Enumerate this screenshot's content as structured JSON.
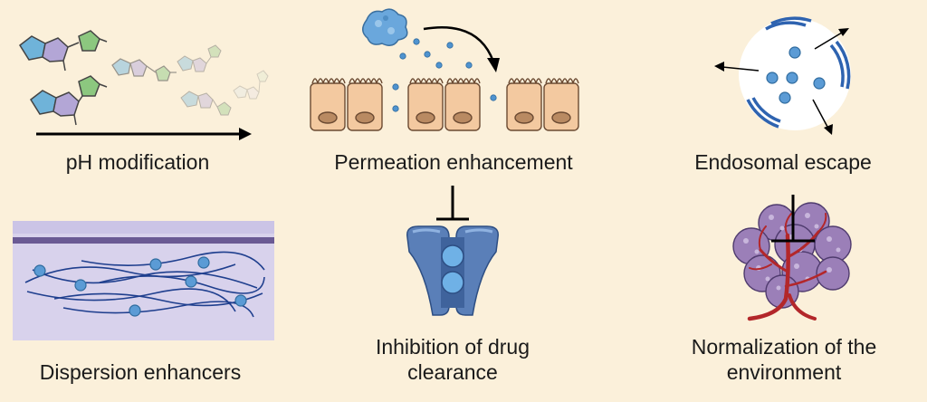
{
  "labels": {
    "ph": "pH modification",
    "permeation": "Permeation enhancement",
    "endosomal": "Endosomal escape",
    "dispersion": "Dispersion enhancers",
    "inhibition_l1": "Inhibition of drug",
    "inhibition_l2": "clearance",
    "normalization_l1": "Normalization of the",
    "normalization_l2": "environment"
  },
  "colors": {
    "background": "#fbf0da",
    "bead": "#5b9bd5",
    "cell": "#f3c9a0",
    "nucleus": "#b98a62",
    "transporter": "#5a7fb8",
    "tumor": "#9b7fb8",
    "vessel": "#b3272a",
    "membrane": "#6a5a94"
  },
  "icons": [
    "molecule-icon",
    "cell-layer-icon",
    "endosome-icon",
    "fiber-matrix-icon",
    "transporter-icon",
    "tumor-vessel-icon"
  ]
}
